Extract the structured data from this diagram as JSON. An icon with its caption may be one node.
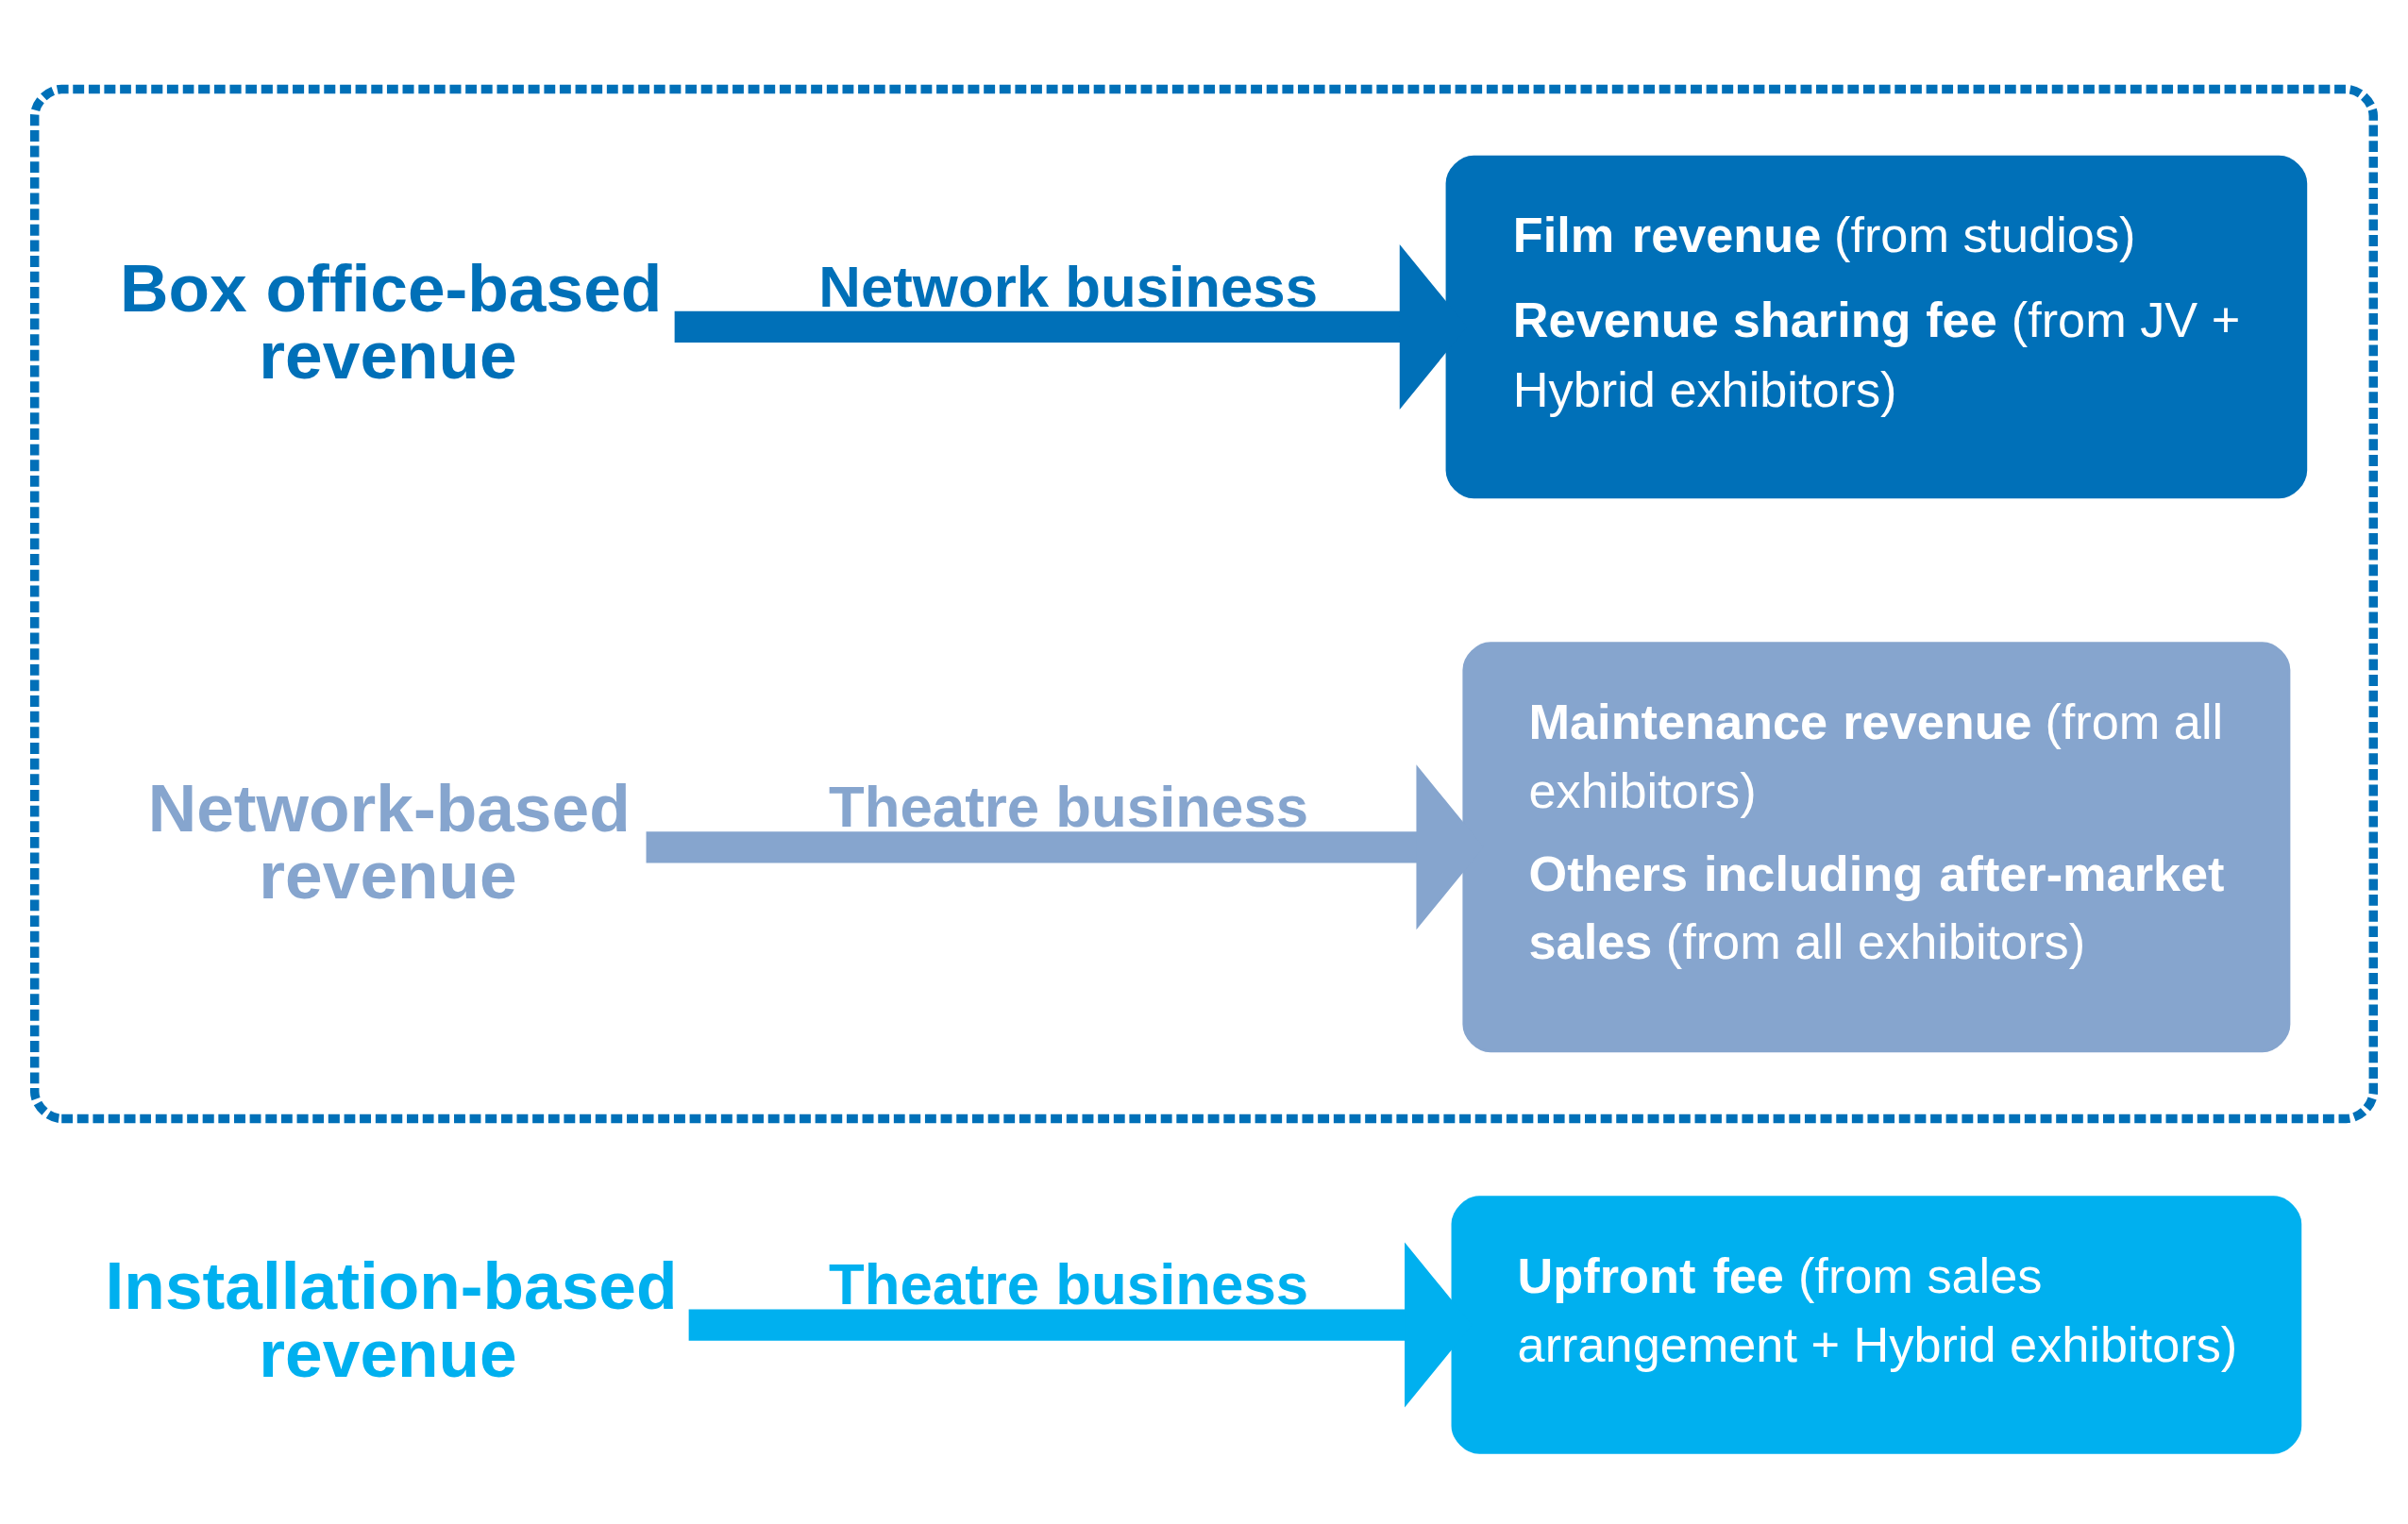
{
  "diagram": {
    "nodes": [
      {
        "text": [],
        "shape": "box"
      },
      {
        "text": [
          "Box office-based revenue"
        ],
        "in": 0
      },
      {
        "text": [
          "**Film revenue** (from studios)",
          "**Revenue sharing fee** (from JV + Hybrid exhibitors)"
        ],
        "in": 0
      },
      {
        "text": [
          "Network-based revenue"
        ],
        "in": 0
      },
      {
        "text": [
          "**Maintenance revenue** (from all exhibitors)",
          "**Others including after-market sales** (from all exhibitors)"
        ],
        "in": 0
      },
      {
        "text": [
          "Installation-based revenue"
        ]
      },
      {
        "text": [
          "**Upfront fee** (from sales arrangement + Hybrid exhibitors)"
        ]
      }
    ],
    "edges": [
      {
        "from": 1,
        "to": 2,
        "arrow": "to",
        "label": "Network business",
        "color": "#0070b8"
      },
      {
        "from": 3,
        "to": 4,
        "arrow": "to",
        "label": "Theatre business",
        "color": "#86a5ce"
      },
      {
        "from": 5,
        "to": 6,
        "arrow": "to",
        "label": "Theatre business",
        "color": "#00b0ef"
      }
    ]
  }
}
